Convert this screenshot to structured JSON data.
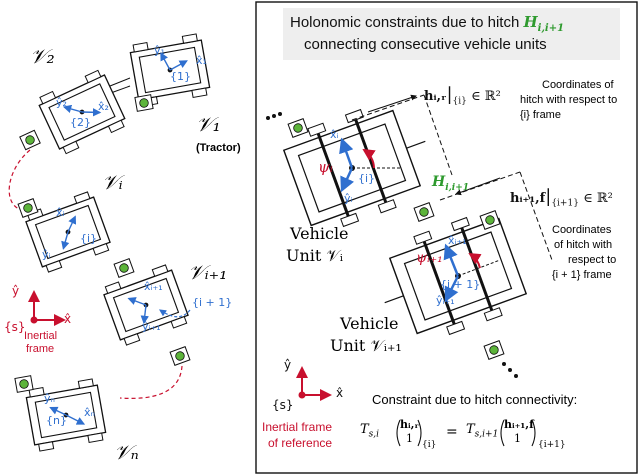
{
  "colors": {
    "blue": "#2f6fcf",
    "red": "#c8102e",
    "green": "#2e9a2e",
    "black": "#111111",
    "panel_bg": "#eeeeee",
    "wheel_green": "#5cb43a"
  },
  "left": {
    "v1": "𝒱₁",
    "tractor": "(Tractor)",
    "v2": "𝒱₂",
    "vi": "𝒱ᵢ",
    "vi1": "𝒱ᵢ₊₁",
    "vn": "𝒱ₙ",
    "frame1": "{1}",
    "frame2": "{2}",
    "framei": "{i}",
    "framei1": "{i + 1}",
    "framen": "{n}",
    "x1": "x̂₁",
    "y1": "ŷ₁",
    "x2": "x̂₂",
    "y2": "ŷ₂",
    "xi": "x̂ᵢ",
    "yi": "ŷᵢ",
    "xi1": "x̂ᵢ₊₁",
    "yi1": "ŷᵢ₊₁",
    "xn": "x̂ₙ",
    "yn": "ŷₙ",
    "inertial_frame_symbol": "{s}",
    "inertial_x": "x̂",
    "inertial_y": "ŷ",
    "inertial_label_1": "Inertial",
    "inertial_label_2": "frame"
  },
  "right": {
    "title_1": "Holonomic constraints due to hitch",
    "title_H": "H",
    "title_H_sub": "i,i+1",
    "title_2": "connecting consecutive vehicle units",
    "hir_label": "hᵢ,ᵣ",
    "hir_eval": "{i}",
    "hir_in": "∈ ℝ²",
    "hir_note_1": "Coordinates of",
    "hir_note_2": "hitch with respect to",
    "hir_note_3": "{i} frame",
    "H_label": "H",
    "H_sub": "i,i+1",
    "hif_label": "hᵢ₊₁,f",
    "hif_eval": "{i+1}",
    "hif_in": "∈ ℝ²",
    "hif_note_1": "Coordinates",
    "hif_note_2": "of hitch with",
    "hif_note_3": "respect to",
    "hif_note_4": "{i + 1} frame",
    "psi_i": "ψᵢ",
    "psi_i1": "ψᵢ₊₁",
    "xi": "x̂ᵢ",
    "yi": "ŷᵢ",
    "framei": "{i}",
    "xi1": "x̂ᵢ₊₁",
    "yi1": "ŷᵢ₊₁",
    "framei1": "{i + 1}",
    "vehicle_i_1": "Vehicle",
    "vehicle_i_2": "Unit 𝒱ᵢ",
    "vehicle_i1_1": "Vehicle",
    "vehicle_i1_2": "Unit 𝒱ᵢ₊₁",
    "inertial_symbol": "{s}",
    "inertial_x": "x̂",
    "inertial_y": "ŷ",
    "inertial_ref_1": "Inertial frame",
    "inertial_ref_2": "of reference",
    "constraint_title": "Constraint due to hitch connectivity:",
    "eq_lhs_T": "T",
    "eq_lhs_sub": "s,i",
    "eq_lhs_h": "hᵢ,ᵣ",
    "eq_lhs_one": "1",
    "eq_lhs_frame": "{i}",
    "eq_equals": "=",
    "eq_rhs_T": "T",
    "eq_rhs_sub": "s,i+1",
    "eq_rhs_h": "hᵢ₊₁,f",
    "eq_rhs_one": "1",
    "eq_rhs_frame": "{i+1}"
  }
}
